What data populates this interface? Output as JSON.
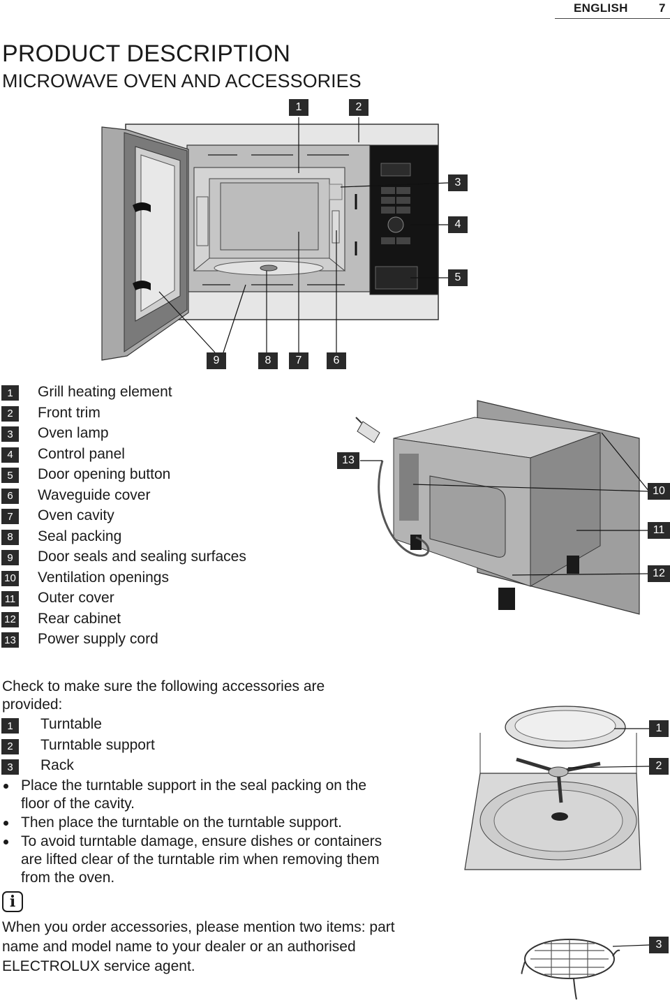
{
  "header": {
    "language": "ENGLISH",
    "page_number": "7"
  },
  "title": "PRODUCT DESCRIPTION",
  "subtitle": "MICROWAVE OVEN AND ACCESSORIES",
  "figure1": {
    "callouts_top": [
      "1",
      "2"
    ],
    "callouts_right": [
      "3",
      "4",
      "5"
    ],
    "callouts_bottom": [
      "9",
      "8",
      "7",
      "6"
    ]
  },
  "figure2": {
    "callouts": [
      "13",
      "10",
      "11",
      "12"
    ]
  },
  "parts": [
    {
      "num": "1",
      "label": "Grill heating element"
    },
    {
      "num": "2",
      "label": "Front trim"
    },
    {
      "num": "3",
      "label": "Oven lamp"
    },
    {
      "num": "4",
      "label": "Control panel"
    },
    {
      "num": "5",
      "label": "Door opening button"
    },
    {
      "num": "6",
      "label": "Waveguide cover"
    },
    {
      "num": "7",
      "label": "Oven cavity"
    },
    {
      "num": "8",
      "label": "Seal packing"
    },
    {
      "num": "9",
      "label": "Door seals and sealing surfaces"
    },
    {
      "num": "10",
      "label": "Ventilation openings"
    },
    {
      "num": "11",
      "label": "Outer cover"
    },
    {
      "num": "12",
      "label": "Rear cabinet"
    },
    {
      "num": "13",
      "label": "Power supply cord"
    }
  ],
  "accessories_intro": "Check to make sure the following accessories are provided:",
  "accessories": [
    {
      "num": "1",
      "label": "Turntable"
    },
    {
      "num": "2",
      "label": "Turntable support"
    },
    {
      "num": "3",
      "label": "Rack"
    }
  ],
  "bullets": [
    "Place the turntable support in the seal packing on the floor of the cavity.",
    "Then place the turntable on the turntable support.",
    "To avoid turntable damage, ensure dishes or containers are lifted clear of the turntable rim when removing them from the oven."
  ],
  "info_icon": "info-icon",
  "note": "When you order accessories, please mention two items: part name and model name to your dealer or an authorised ELECTROLUX service agent.",
  "figure3": {
    "callouts": [
      "1",
      "2",
      "3"
    ]
  }
}
